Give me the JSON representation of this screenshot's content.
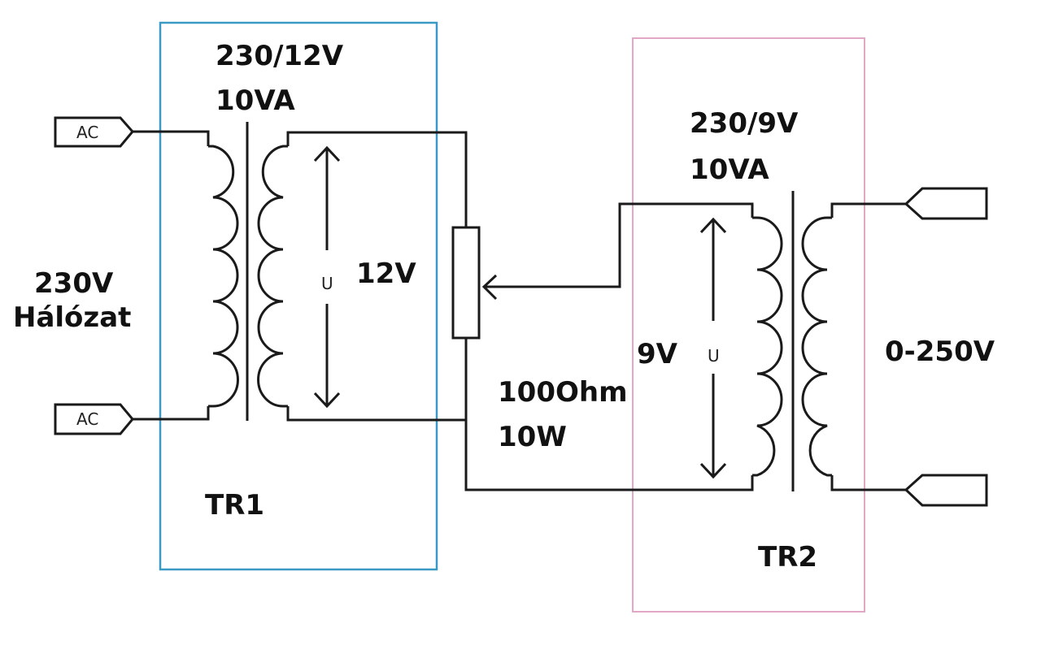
{
  "diagram": {
    "type": "circuit-schematic",
    "tr1": {
      "name": "TR1",
      "rating_line1": "230/12V",
      "rating_line2": "10VA",
      "frame_color": "#3a9ac4",
      "secondary_voltage": "12V",
      "arrow_label": "U"
    },
    "tr2": {
      "name": "TR2",
      "rating_line1": "230/9V",
      "rating_line2": "10VA",
      "frame_color": "#e0a8c4",
      "primary_voltage": "9V",
      "arrow_label": "U",
      "output_voltage": "0-250V"
    },
    "input": {
      "line1": "230V",
      "line2": "Hálózat",
      "terminal_top": "AC",
      "terminal_bottom": "AC"
    },
    "potentiometer": {
      "line1": "100Ohm",
      "line2": "10W"
    }
  }
}
